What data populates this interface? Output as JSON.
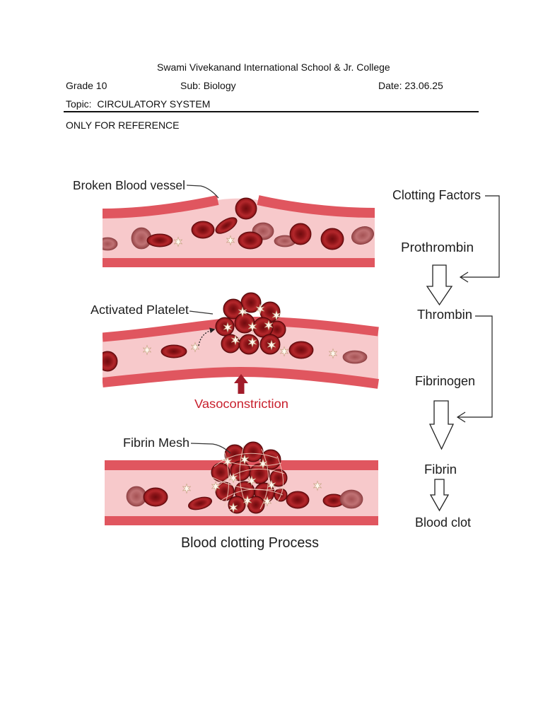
{
  "header": {
    "school_name": "Swami Vivekanand International School & Jr. College",
    "grade": "Grade 10",
    "subject": "Sub: Biology",
    "date": "Date: 23.06.25",
    "topic": "Topic:  CIRCULATORY SYSTEM",
    "notice": "ONLY FOR REFERENCE"
  },
  "diagram": {
    "stage_labels": {
      "broken_vessel": "Broken Blood vessel",
      "activated_platelet": "Activated Platelet",
      "vasoconstriction": "Vasoconstriction",
      "fibrin_mesh": "Fibrin Mesh"
    },
    "caption": "Blood clotting Process",
    "cascade": {
      "clotting_factors": "Clotting Factors",
      "prothrombin": "Prothrombin",
      "thrombin": "Thrombin",
      "fibrinogen": "Fibrinogen",
      "fibrin": "Fibrin",
      "blood_clot": "Blood clot"
    }
  },
  "colors": {
    "vessel_wall": "#e0565f",
    "lumen": "#f7c9cb",
    "vasoconstriction": "#c8202d",
    "text": "#1c1c1c"
  }
}
